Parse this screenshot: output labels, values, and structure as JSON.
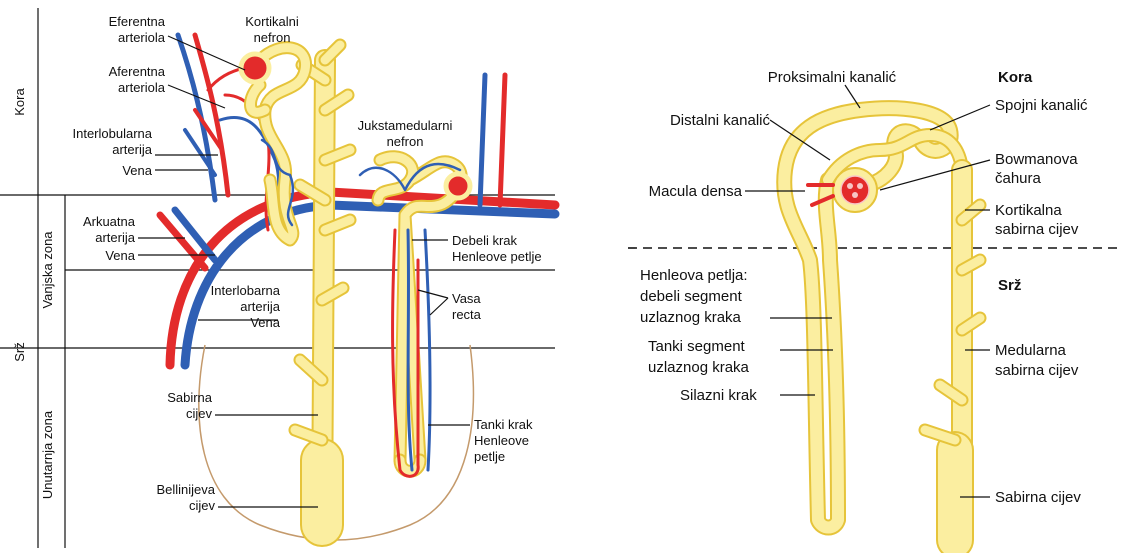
{
  "left_panel": {
    "zones": {
      "kora": "Kora",
      "srz": "Srž",
      "vanjska": "Vanjska zona",
      "unutarnja": "Unutarnja zona"
    },
    "labels": {
      "eferentna_1": "Eferentna",
      "eferentna_2": "arteriola",
      "kortikalni_1": "Kortikalni",
      "kortikalni_2": "nefron",
      "aferentna_1": "Aferentna",
      "aferentna_2": "arteriola",
      "interlobularna_1": "Interlobularna",
      "interlobularna_2": "arterija",
      "vena_1": "Vena",
      "jukstamedularni_1": "Jukstamedularni",
      "jukstamedularni_2": "nefron",
      "arkuatna_1": "Arkuatna",
      "arkuatna_2": "arterija",
      "vena_2": "Vena",
      "debeli_1": "Debeli krak",
      "debeli_2": "Henleove petlje",
      "interlobarna_1": "Interlobarna",
      "interlobarna_2": "arterija",
      "vena_3": "Vena",
      "vasa_1": "Vasa",
      "vasa_2": "recta",
      "sabirna_1": "Sabirna",
      "sabirna_2": "cijev",
      "tanki_1": "Tanki krak",
      "tanki_2": "Henleove",
      "tanki_3": "petlje",
      "bellini_1": "Bellinijeva",
      "bellini_2": "cijev"
    }
  },
  "right_panel": {
    "labels": {
      "proksimalni": "Proksimalni kanalić",
      "kora": "Kora",
      "distalni": "Distalni kanalić",
      "spojni": "Spojni kanalić",
      "bowman_1": "Bowmanova",
      "bowman_2": "čahura",
      "macula": "Macula densa",
      "kortikalna_1": "Kortikalna",
      "kortikalna_2": "sabirna cijev",
      "henle_1": "Henleova petlja:",
      "henle_2": "debeli segment",
      "henle_3": "uzlaznog kraka",
      "srz": "Srž",
      "tanki_1": "Tanki segment",
      "tanki_2": "uzlaznog kraka",
      "medularna_1": "Medularna",
      "medularna_2": "sabirna cijev",
      "silazni": "Silazni krak",
      "sabirna": "Sabirna cijev"
    }
  },
  "colors": {
    "artery": "#e32b2b",
    "vein": "#2f5fb4",
    "tubule_fill": "#fbeea0",
    "tubule_edge": "#e6c43a",
    "boundary": "#c49a6c"
  }
}
